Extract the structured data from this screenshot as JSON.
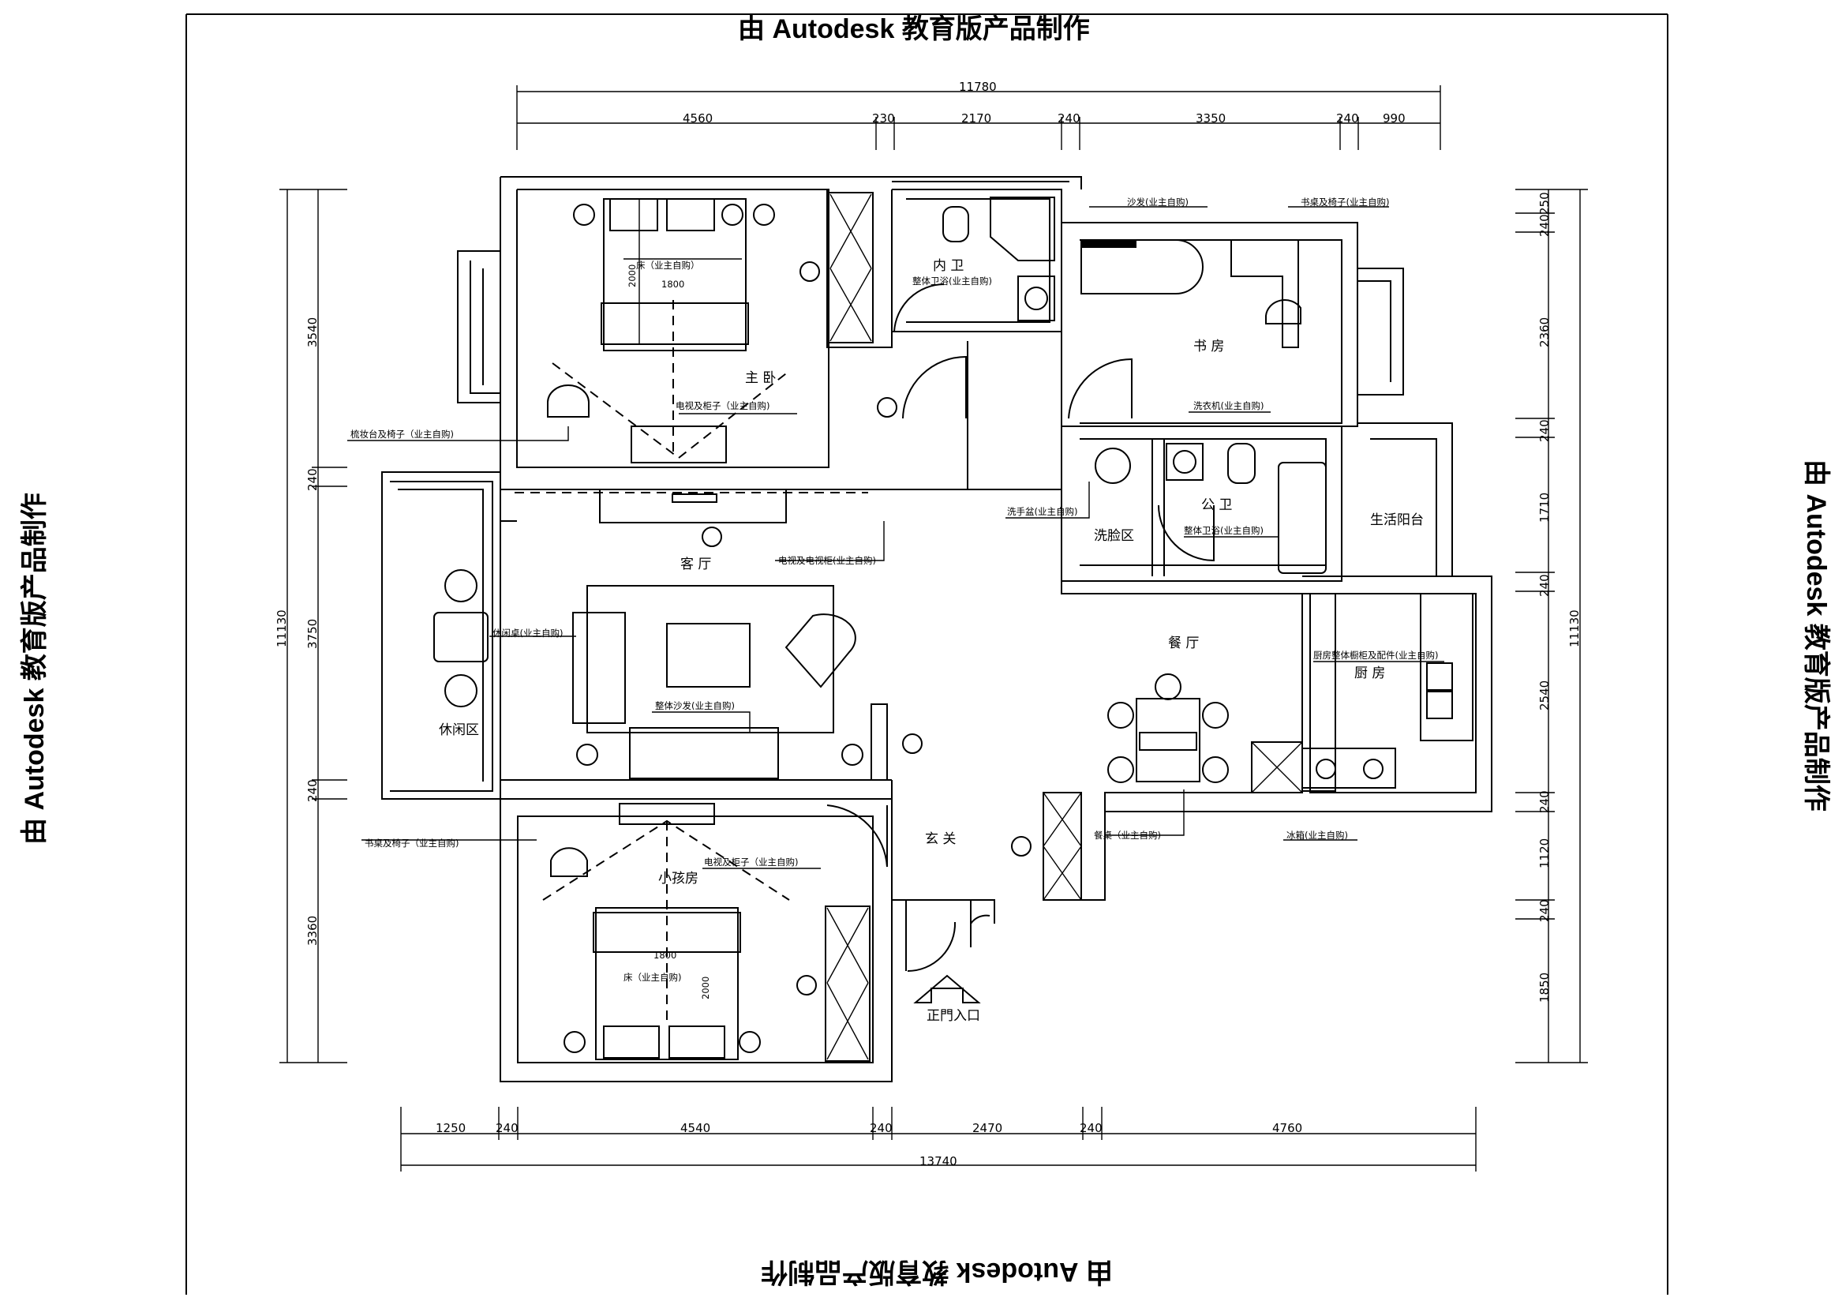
{
  "watermark": "由 Autodesk 教育版产品制作",
  "dimensions": {
    "top_total": "11780",
    "top": [
      "4560",
      "230",
      "2170",
      "240",
      "3350",
      "240",
      "990"
    ],
    "bottom_total": "13740",
    "bottom": [
      "1250",
      "240",
      "4540",
      "240",
      "2470",
      "240",
      "4760"
    ],
    "left_total": "11130",
    "left": [
      "3540",
      "240",
      "3750",
      "240",
      "3360"
    ],
    "right_total": "11130",
    "right": [
      "250",
      "240",
      "2360",
      "240",
      "1710",
      "240",
      "2540",
      "240",
      "1120",
      "240",
      "1850"
    ]
  },
  "rooms": {
    "master_bedroom": "主 卧",
    "inner_bath": "内 卫",
    "study": "书 房",
    "living_room": "客 厅",
    "leisure_area": "休闲区",
    "dining_room": "餐 厅",
    "kitchen": "厨 房",
    "public_bath": "公 卫",
    "wash_area": "洗脸区",
    "utility_balcony": "生活阳台",
    "kids_room": "小孩房",
    "entrance": "玄 关",
    "main_entry": "正門入口"
  },
  "notes": {
    "bed_owner": "床（业主自购）",
    "bed_size_w": "1800",
    "bed_size_l": "2000",
    "inner_bath_fixture": "整体卫浴(业主自购)",
    "sofa_study": "沙发(业主自购)",
    "desk_chair_study": "书桌及椅子(业主自购)",
    "washer": "洗衣机(业主自购)",
    "dresser": "梳妆台及椅子（业主自购)",
    "tv_cabinet_master": "电视及柜子（业主自购)",
    "washbasin": "洗手盆(业主自购)",
    "public_bath_fixture": "整体卫浴(业主自购)",
    "tv_stand": "电视及电视柜(业主自购)",
    "leisure_table": "休闲桌(业主自购)",
    "sofa_set": "整体沙发(业主自购)",
    "kitchen_cabinet": "厨房整体橱柜及配件(业主自购)",
    "desk_chair_kids": "书桌及椅子（业主自购)",
    "tv_cabinet_kids": "电视及柜子（业主自购)",
    "kids_bed_size": "1800",
    "kids_bed": "床（业主自购)",
    "kids_bed_len": "2000",
    "dining_table": "餐桌（业主自购)",
    "fridge": "冰箱(业主自购)"
  }
}
